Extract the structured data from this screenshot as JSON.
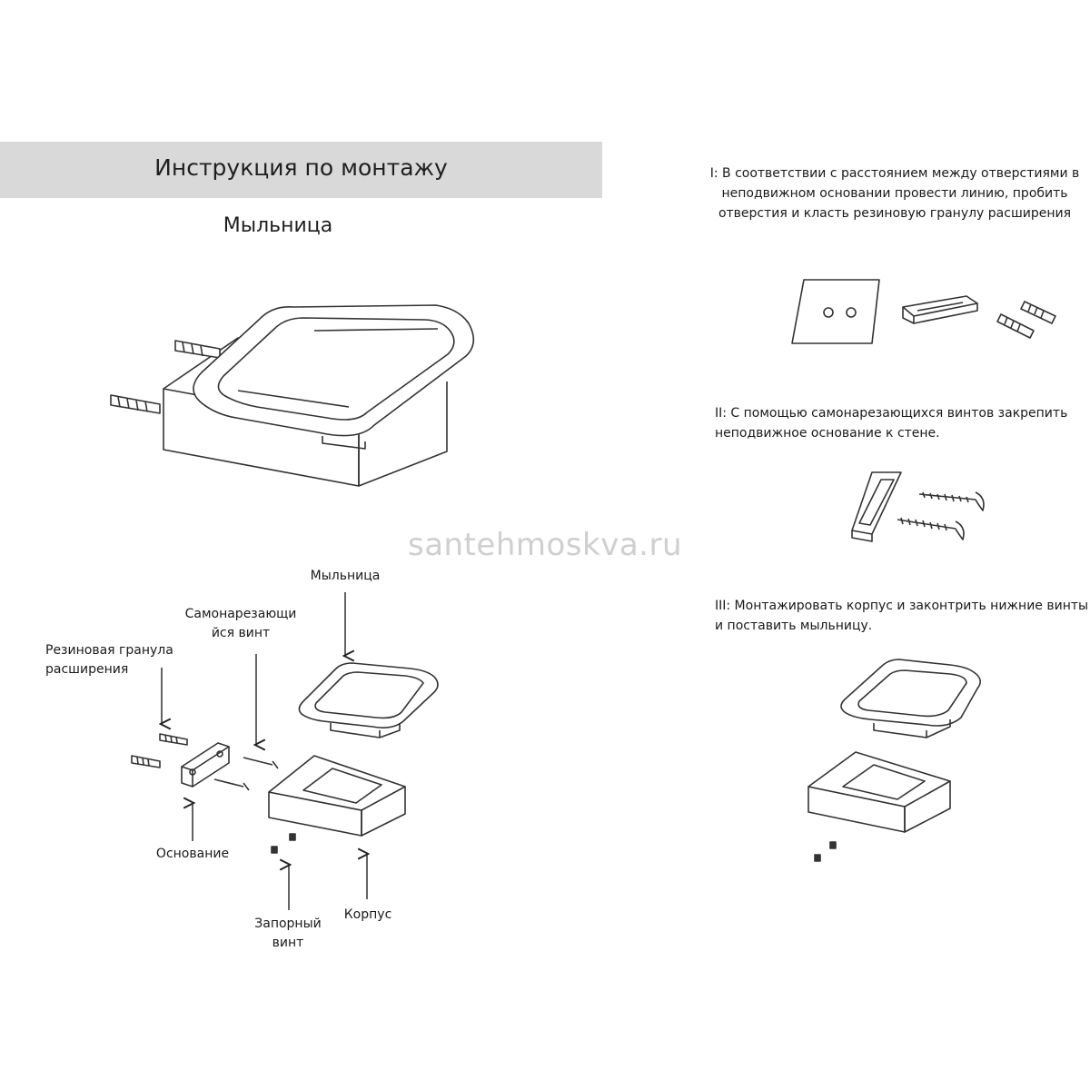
{
  "header": {
    "title": "Инструкция по монтажу",
    "subtitle": "Мыльница"
  },
  "watermark": "santehmoskva.ru",
  "parts": {
    "soap_dish": "Мыльница",
    "screw": [
      "Самонарезающи",
      "йся винт"
    ],
    "anchor": [
      "Резиновая гранула",
      "расширения"
    ],
    "base": "Основание",
    "lock_screw": [
      "Запорный",
      "винт"
    ],
    "body": "Корпус"
  },
  "steps": {
    "step1": [
      "I: В соответствии с расстоянием между отверстиями в",
      "неподвижном основании провести линию, пробить",
      "отверстия и класть резиновую гранулу расширения"
    ],
    "step2": [
      "II: С помощью самонарезающихся винтов закрепить",
      "неподвижное основание к стене."
    ],
    "step3": [
      "III: Монтажировать корпус и законтрить нижние винты",
      "и поставить мыльницу."
    ]
  }
}
